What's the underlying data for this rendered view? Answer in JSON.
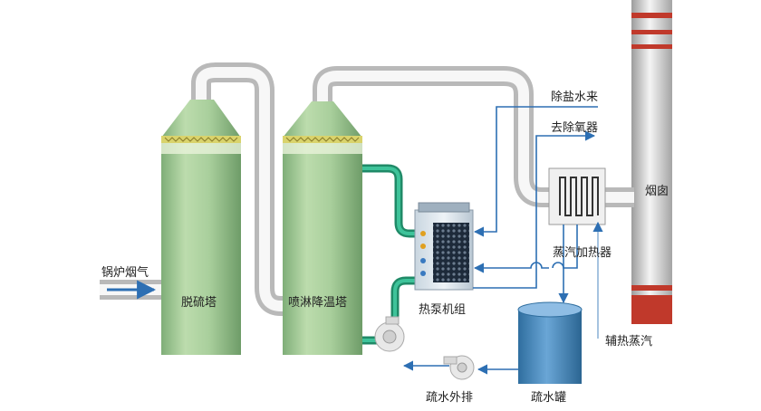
{
  "labels": {
    "boiler_flue_gas": "锅炉烟气",
    "desulfurization_tower": "脱硫塔",
    "spray_cooling_tower": "喷淋降温塔",
    "heat_pump_unit": "热泵机组",
    "demineralized_water_in": "除盐水来",
    "to_deaerator": "去除氧器",
    "steam_heater": "蒸汽加热器",
    "chimney": "烟囱",
    "auxiliary_steam": "辅热蒸汽",
    "drain_tank": "疏水罐",
    "drain_discharge": "疏水外排"
  },
  "colors": {
    "tower_body": "#a9cf9c",
    "pipe": "#e6e6e6",
    "water_pipe": "#2aa37e",
    "flow_line": "#2d6fb3",
    "chimney_band": "#c0392b",
    "tank": "#3b7fb6"
  }
}
